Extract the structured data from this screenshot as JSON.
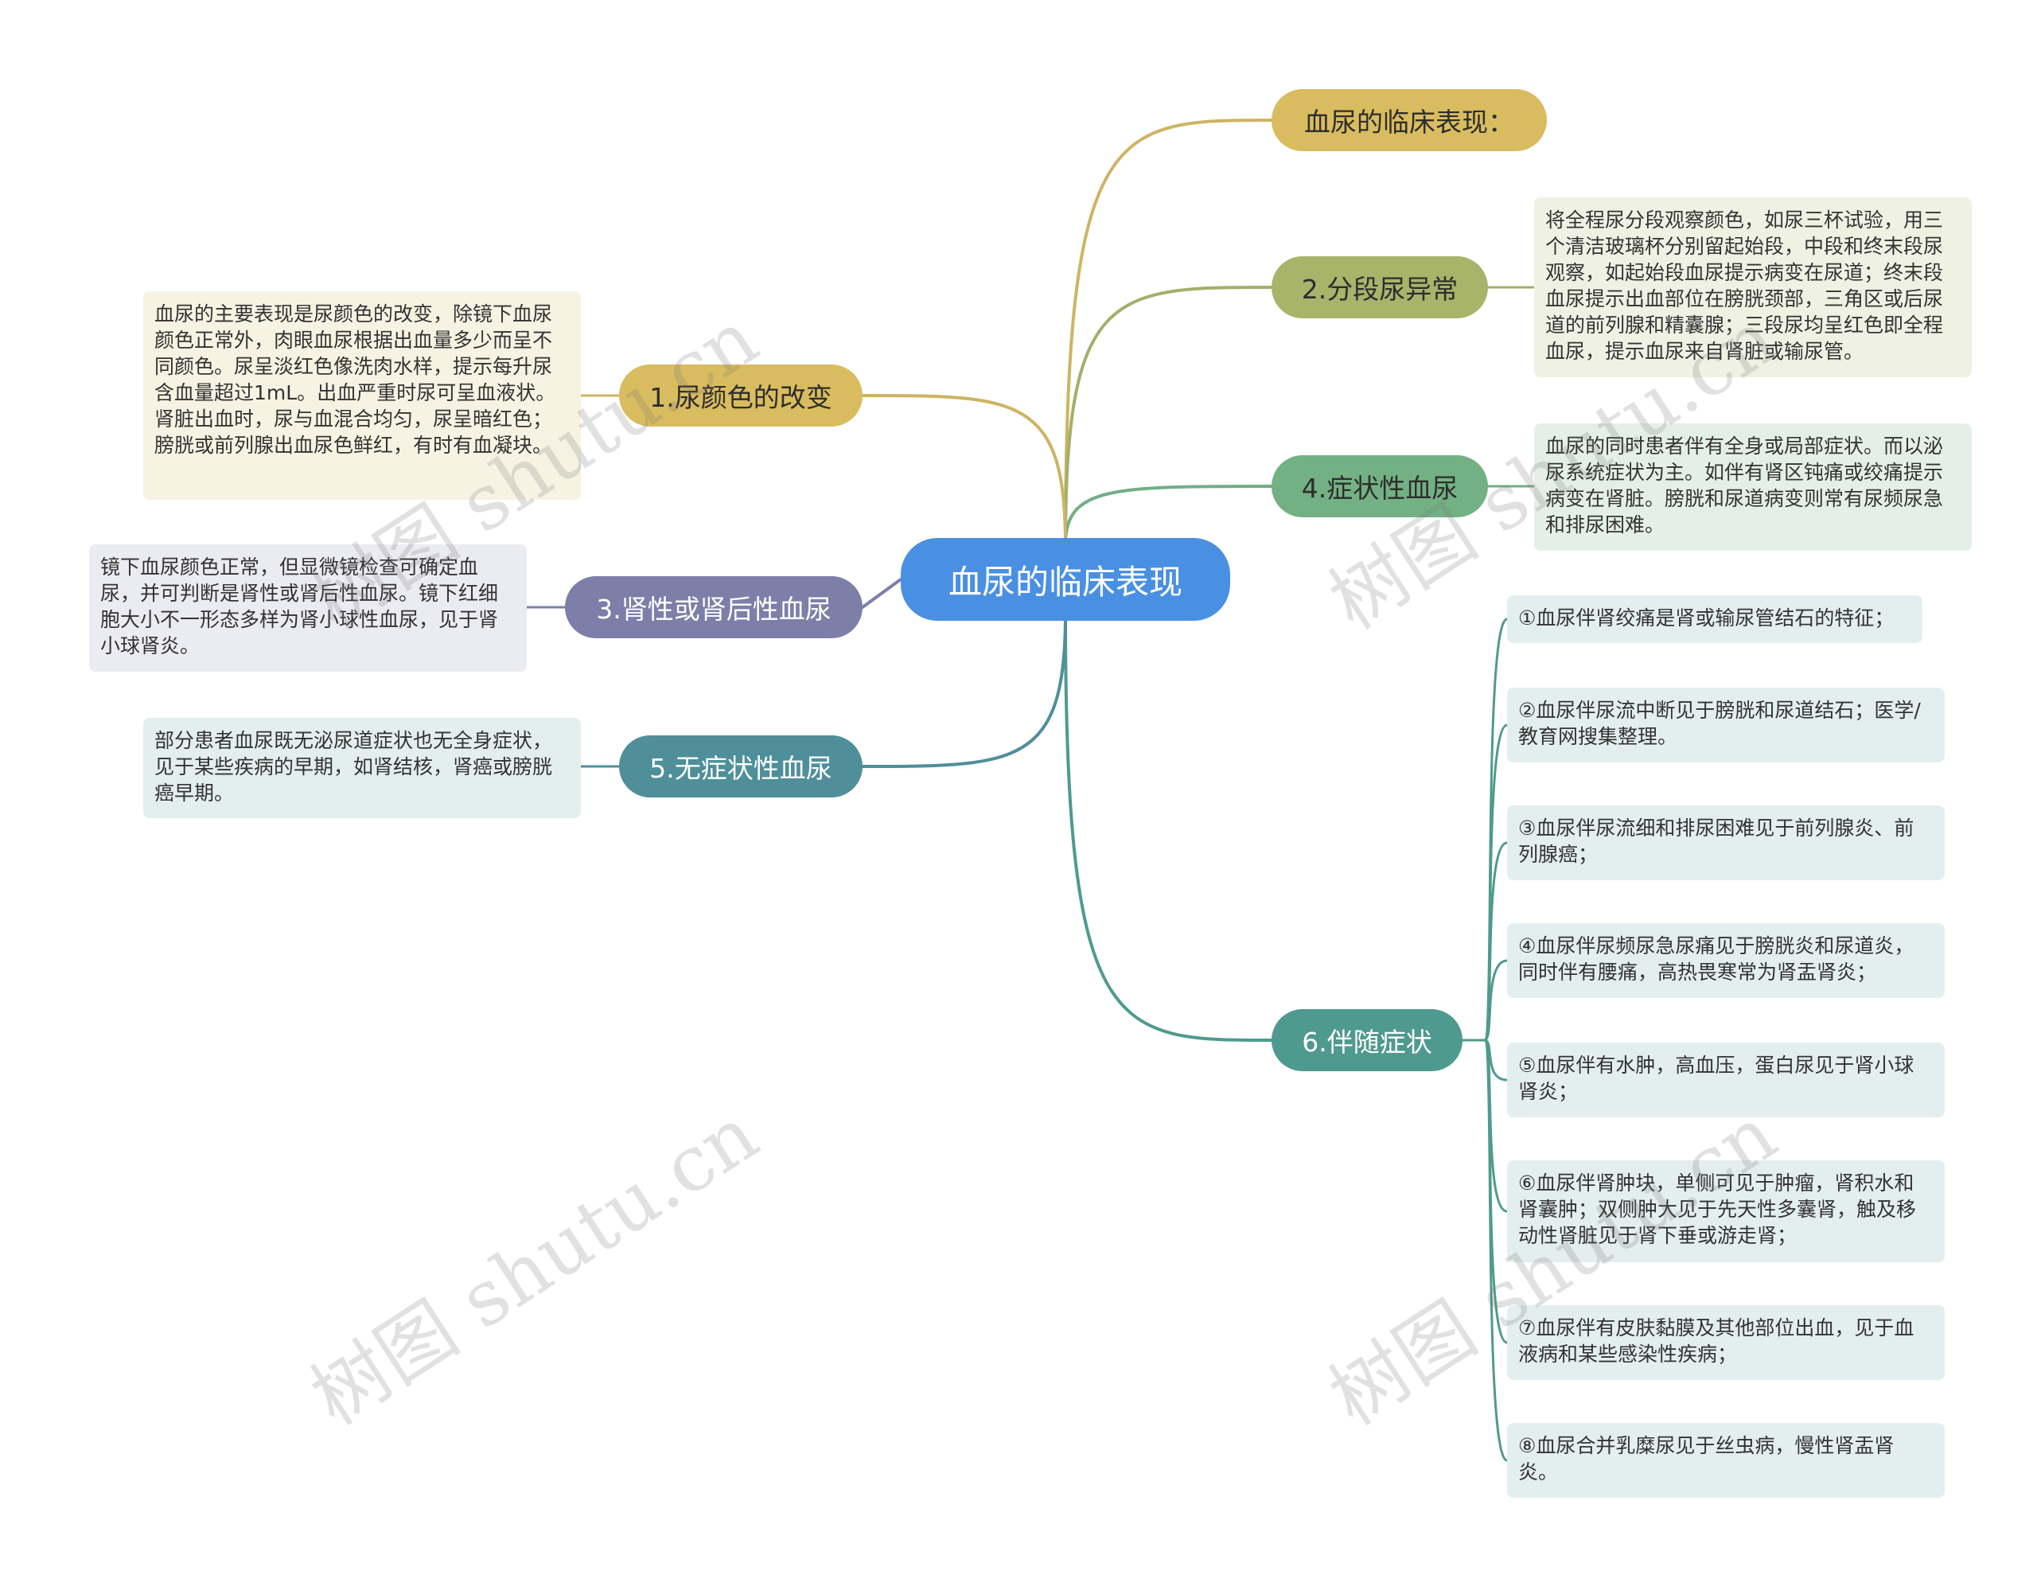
{
  "center": {
    "label": "血尿的临床表现",
    "color": "#4a90e2"
  },
  "right_topics": [
    {
      "id": "rt1",
      "label": "血尿的临床表现：",
      "color": "#d9bc5f",
      "line": "#cdb463"
    },
    {
      "id": "rt2",
      "label": "2.分段尿异常",
      "color": "#a7b46a",
      "line": "#a2b06a",
      "note": "将全程尿分段观察颜色，如尿三杯试验，用三个清洁玻璃杯分别留起始段，中段和终末段尿观察，如起始段血尿提示病变在尿道；终末段血尿提示出血部位在膀胱颈部，三角区或后尿道的前列腺和精囊腺；三段尿均呈红色即全程血尿，提示血尿来自肾脏或输尿管。"
    },
    {
      "id": "rt3",
      "label": "4.症状性血尿",
      "color": "#73b184",
      "line": "#72ae86",
      "note": "血尿的同时患者伴有全身或局部症状。而以泌尿系统症状为主。如伴有肾区钝痛或绞痛提示病变在肾脏。膀胱和尿道病变则常有尿频尿急和排尿困难。"
    },
    {
      "id": "rt4",
      "label": "6.伴随症状",
      "color": "#4f9a8e",
      "line": "#4f9a8e"
    }
  ],
  "left_topics": [
    {
      "id": "lt1",
      "label": "1.尿颜色的改变",
      "color": "#d9bc5f",
      "line": "#cdb463",
      "note": "血尿的主要表现是尿颜色的改变，除镜下血尿颜色正常外，肉眼血尿根据出血量多少而呈不同颜色。尿呈淡红色像洗肉水样，提示每升尿含血量超过1mL。出血严重时尿可呈血液状。肾脏出血时，尿与血混合均匀，尿呈暗红色；膀胱或前列腺出血尿色鲜红，有时有血凝块。"
    },
    {
      "id": "lt2",
      "label": "3.肾性或肾后性血尿",
      "color": "#7d7fa8",
      "line": "#7d7fa8",
      "note": "镜下血尿颜色正常，但显微镜检查可确定血尿，并可判断是肾性或肾后性血尿。镜下红细胞大小不一形态多样为肾小球性血尿，见于肾小球肾炎。"
    },
    {
      "id": "lt3",
      "label": "5.无症状性血尿",
      "color": "#4f8f9a",
      "line": "#4f8f9a",
      "note": "部分患者血尿既无泌尿道症状也无全身症状，见于某些疾病的早期，如肾结核，肾癌或膀胱癌早期。"
    }
  ],
  "accompanying": [
    "①血尿伴肾绞痛是肾或输尿管结石的特征；",
    "②血尿伴尿流中断见于膀胱和尿道结石；医学/教育网搜集整理。",
    "③血尿伴尿流细和排尿困难见于前列腺炎、前列腺癌；",
    "④血尿伴尿频尿急尿痛见于膀胱炎和尿道炎，同时伴有腰痛，高热畏寒常为肾盂肾炎；",
    "⑤血尿伴有水肿，高血压，蛋白尿见于肾小球肾炎；",
    "⑥血尿伴肾肿块，单侧可见于肿瘤，肾积水和肾囊肿；双侧肿大见于先天性多囊肾，触及移动性肾脏见于肾下垂或游走肾；",
    "⑦血尿伴有皮肤黏膜及其他部位出血，见于血液病和某些感染性疾病；",
    "⑧血尿合并乳糜尿见于丝虫病，慢性肾盂肾炎。"
  ],
  "watermark": "树图 shutu.cn",
  "colors": {
    "note_yellow": "#f6f3e3",
    "note_olive": "#eff1e3",
    "note_green": "#e4f0e7",
    "note_purple": "#ebebf2",
    "note_teal": "#e3efee"
  }
}
